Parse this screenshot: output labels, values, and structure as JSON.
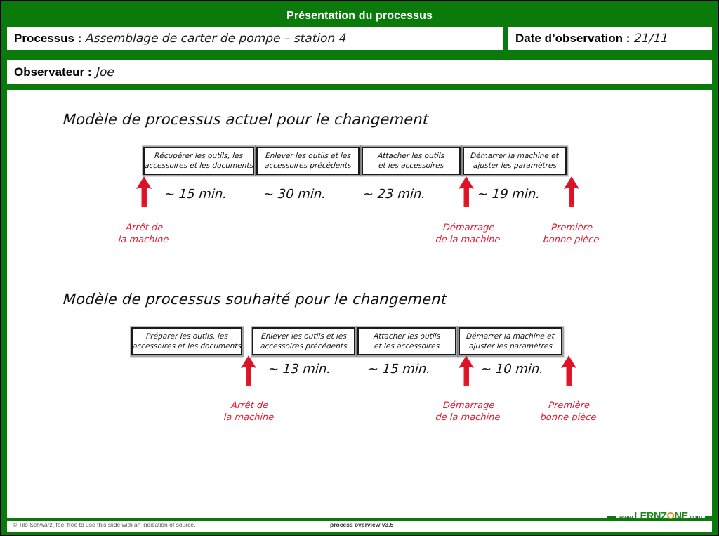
{
  "slide": {
    "title": "Présentation du processus",
    "accent_green": "#0a7a0a",
    "accent_red": "#e8192c",
    "logo_orange": "#e08a10"
  },
  "header": {
    "process_label": "Processus :",
    "process_value": "Assemblage de carter de pompe – station 4",
    "date_label": "Date d’observation :",
    "date_value": "21/11",
    "observer_label": "Observateur :",
    "observer_value": "Joe"
  },
  "sections": [
    {
      "heading": "Modèle de processus actuel pour le changement",
      "steps": [
        {
          "line1": "Récupérer les outils, les",
          "line2": "accessoires et les documents"
        },
        {
          "line1": "Enlever les outils et les",
          "line2": "accessoires précédents"
        },
        {
          "line1": "Attacher les outils",
          "line2": "et les accessoires"
        },
        {
          "line1": "Démarrer la machine et",
          "line2": "ajuster les paramètres"
        }
      ],
      "times": [
        "~ 15 min.",
        "~ 30 min.",
        "~ 23 min.",
        "~ 19 min."
      ],
      "annotations": [
        {
          "line1": "Arrêt de",
          "line2": "la machine"
        },
        {
          "line1": "Démarrage",
          "line2": "de la machine"
        },
        {
          "line1": "Première",
          "line2": "bonne pièce"
        }
      ]
    },
    {
      "heading": "Modèle de processus souhaité pour le changement",
      "steps": [
        {
          "line1": "Préparer les outils, les",
          "line2": "accessoires et les documents"
        },
        {
          "line1": "Enlever les outils et les",
          "line2": "accessoires précédents"
        },
        {
          "line1": "Attacher les outils",
          "line2": "et les accessoires"
        },
        {
          "line1": "Démarrer la machine et",
          "line2": "ajuster les paramètres"
        }
      ],
      "times": [
        "~ 13 min.",
        "~ 15 min.",
        "~ 10 min."
      ],
      "annotations": [
        {
          "line1": "Arrêt de",
          "line2": "la machine"
        },
        {
          "line1": "Démarrage",
          "line2": "de la machine"
        },
        {
          "line1": "Première",
          "line2": "bonne pièce"
        }
      ]
    }
  ],
  "footer": {
    "copyright": "© Tilo Schwarz, feel free to use this slide with an indication of source.",
    "version": "process overview v3.5",
    "logo_www": "www.",
    "logo_part1": "LERNZ",
    "logo_o": "O",
    "logo_part2": "NE",
    "logo_com": ".com"
  }
}
